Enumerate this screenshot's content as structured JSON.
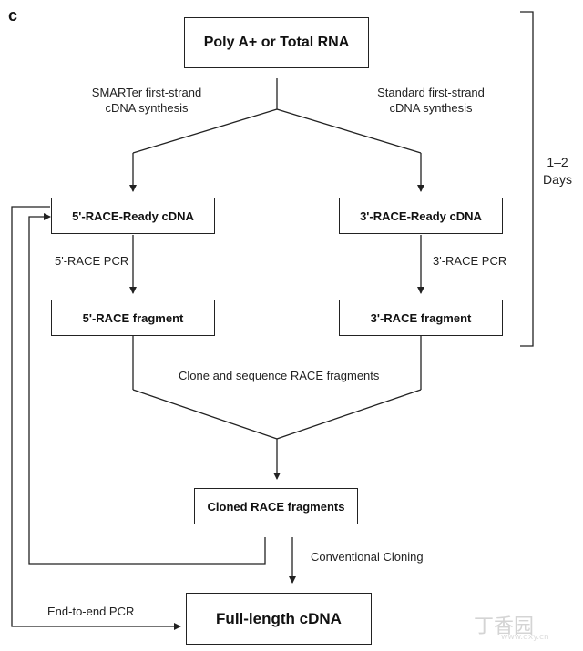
{
  "panel_label": "c",
  "boxes": {
    "start": "Poly A+ or Total RNA",
    "ready5": "5'-RACE-Ready cDNA",
    "ready3": "3'-RACE-Ready cDNA",
    "frag5": "5'-RACE fragment",
    "frag3": "3'-RACE fragment",
    "cloned": "Cloned RACE fragments",
    "full": "Full-length cDNA"
  },
  "labels": {
    "smarter_line1": "SMARTer first-strand",
    "smarter_line2": "cDNA synthesis",
    "standard_line1": "Standard first-strand",
    "standard_line2": "cDNA synthesis",
    "pcr5": "5'-RACE PCR",
    "pcr3": "3'-RACE PCR",
    "clone_seq": "Clone and sequence RACE fragments",
    "conventional": "Conventional Cloning",
    "end_to_end": "End-to-end PCR"
  },
  "timeline": {
    "line1": "1–2",
    "line2": "Days"
  },
  "watermark": {
    "text": "丁香园",
    "subtext": "www.dxy.cn"
  }
}
